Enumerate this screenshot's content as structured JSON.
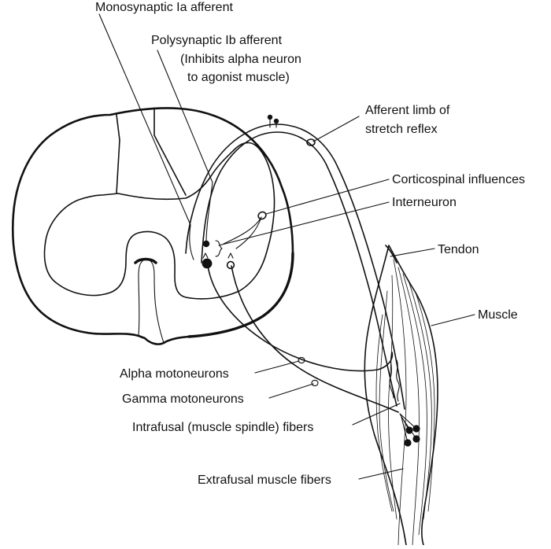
{
  "labels": {
    "monosynaptic": "Monosynaptic Ia afferent",
    "polysynaptic_line1": "Polysynaptic Ib afferent",
    "polysynaptic_line2": "(Inhibits alpha neuron",
    "polysynaptic_line3": "to agonist muscle)",
    "afferent_limb_line1": "Afferent limb of",
    "afferent_limb_line2": "stretch reflex",
    "corticospinal": "Corticospinal influences",
    "interneuron": "Interneuron",
    "tendon": "Tendon",
    "muscle": "Muscle",
    "alpha_motoneurons": "Alpha motoneurons",
    "gamma_motoneurons": "Gamma motoneurons",
    "intrafusal": "Intrafusal (muscle spindle) fibers",
    "extrafusal": "Extrafusal muscle fibers"
  },
  "colors": {
    "ink": "#111111",
    "background": "#ffffff"
  }
}
